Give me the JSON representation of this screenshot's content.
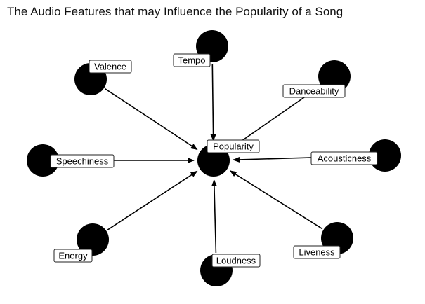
{
  "title": "The Audio Features that may Influence the Popularity of a Song",
  "colors": {
    "node_fill": "#000000",
    "edge_stroke": "#000000",
    "label_fill": "#ffffff",
    "label_border": "#222222",
    "text": "#000000"
  },
  "center_node": {
    "id": "popularity",
    "label": "Popularity"
  },
  "feature_nodes": [
    {
      "id": "tempo",
      "label": "Tempo"
    },
    {
      "id": "valence",
      "label": "Valence"
    },
    {
      "id": "danceability",
      "label": "Danceability"
    },
    {
      "id": "speechiness",
      "label": "Speechiness"
    },
    {
      "id": "acousticness",
      "label": "Acousticness"
    },
    {
      "id": "energy",
      "label": "Energy"
    },
    {
      "id": "loudness",
      "label": "Loudness"
    },
    {
      "id": "liveness",
      "label": "Liveness"
    }
  ],
  "edges": [
    {
      "from": "tempo",
      "to": "popularity",
      "arrow": "to"
    },
    {
      "from": "valence",
      "to": "popularity",
      "arrow": "to"
    },
    {
      "from": "danceability",
      "to": "popularity",
      "arrow": "none"
    },
    {
      "from": "speechiness",
      "to": "popularity",
      "arrow": "to"
    },
    {
      "from": "acousticness",
      "to": "popularity",
      "arrow": "to"
    },
    {
      "from": "energy",
      "to": "popularity",
      "arrow": "to"
    },
    {
      "from": "loudness",
      "to": "popularity",
      "arrow": "to"
    },
    {
      "from": "liveness",
      "to": "popularity",
      "arrow": "to"
    }
  ]
}
